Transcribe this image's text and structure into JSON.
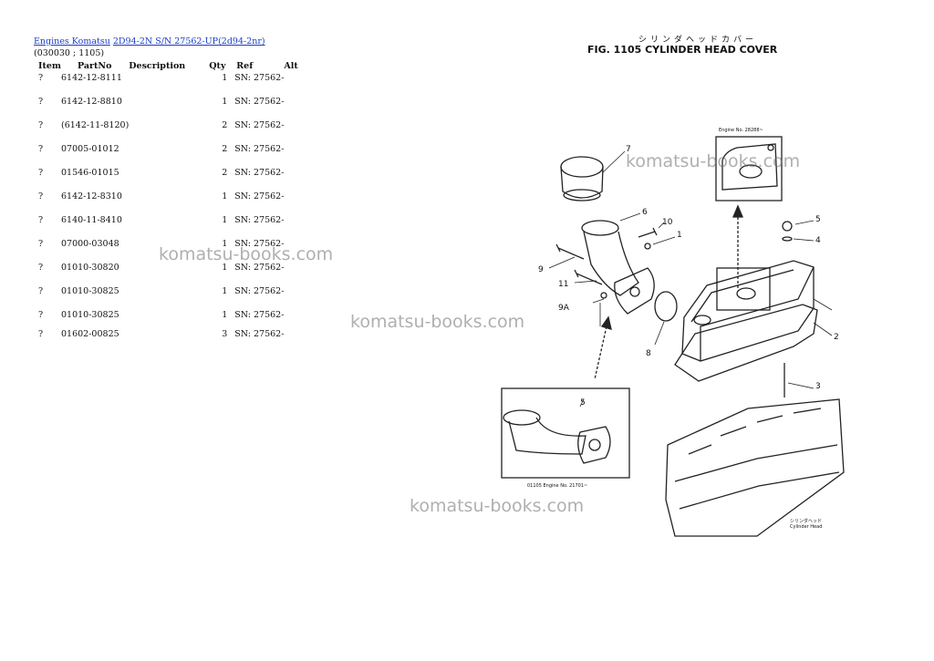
{
  "breadcrumb": {
    "link1": "Engines Komatsu",
    "link2": "2D94-2N S/N 27562-UP(2d94-2nr)"
  },
  "code_line": "(030030 ; 1105)",
  "table": {
    "headers": {
      "item": "Item",
      "partno": "PartNo",
      "description": "Description",
      "qty": "Qty",
      "ref": "Ref",
      "alt": "Alt"
    },
    "rows": [
      {
        "item": "?",
        "partno": "6142-12-8111",
        "description": "",
        "qty": "1",
        "ref": "SN: 27562-"
      },
      {
        "item": "?",
        "partno": "6142-12-8810",
        "description": "",
        "qty": "1",
        "ref": "SN: 27562-"
      },
      {
        "item": "?",
        "partno": "(6142-11-8120)",
        "description": "",
        "qty": "2",
        "ref": "SN: 27562-"
      },
      {
        "item": "?",
        "partno": "07005-01012",
        "description": "",
        "qty": "2",
        "ref": "SN: 27562-"
      },
      {
        "item": "?",
        "partno": "01546-01015",
        "description": "",
        "qty": "2",
        "ref": "SN: 27562-"
      },
      {
        "item": "?",
        "partno": "6142-12-8310",
        "description": "",
        "qty": "1",
        "ref": "SN: 27562-"
      },
      {
        "item": "?",
        "partno": "6140-11-8410",
        "description": "",
        "qty": "1",
        "ref": "SN: 27562-"
      },
      {
        "item": "?",
        "partno": "07000-03048",
        "description": "",
        "qty": "1",
        "ref": "SN: 27562-"
      },
      {
        "item": "?",
        "partno": "01010-30820",
        "description": "",
        "qty": "1",
        "ref": "SN: 27562-"
      },
      {
        "item": "?",
        "partno": "01010-30825",
        "description": "",
        "qty": "1",
        "ref": "SN: 27562-"
      },
      {
        "item": "?",
        "partno": "01010-30825",
        "description": "",
        "qty": "1",
        "ref": "SN: 27562-"
      },
      {
        "item": "?",
        "partno": "01602-00825",
        "description": "",
        "qty": "3",
        "ref": "SN: 27562-"
      }
    ]
  },
  "figure": {
    "title_jp": "シリンダヘッドカバー",
    "title": "FIG. 1105  CYLINDER HEAD COVER",
    "callouts": [
      "7",
      "6",
      "10",
      "1",
      "5",
      "4",
      "9",
      "11",
      "9A",
      "8",
      "2",
      "3",
      "5"
    ],
    "inset_top_note": "Engine No. 28288~",
    "inset_bottom_note": "01105 Engine No. 21701~",
    "head_note_jp": "シリンダヘッド",
    "head_note": "Cylinder Head"
  },
  "watermark": "komatsu-books.com",
  "colors": {
    "link": "#1a3cc9",
    "watermark": "#8a8a8a"
  }
}
